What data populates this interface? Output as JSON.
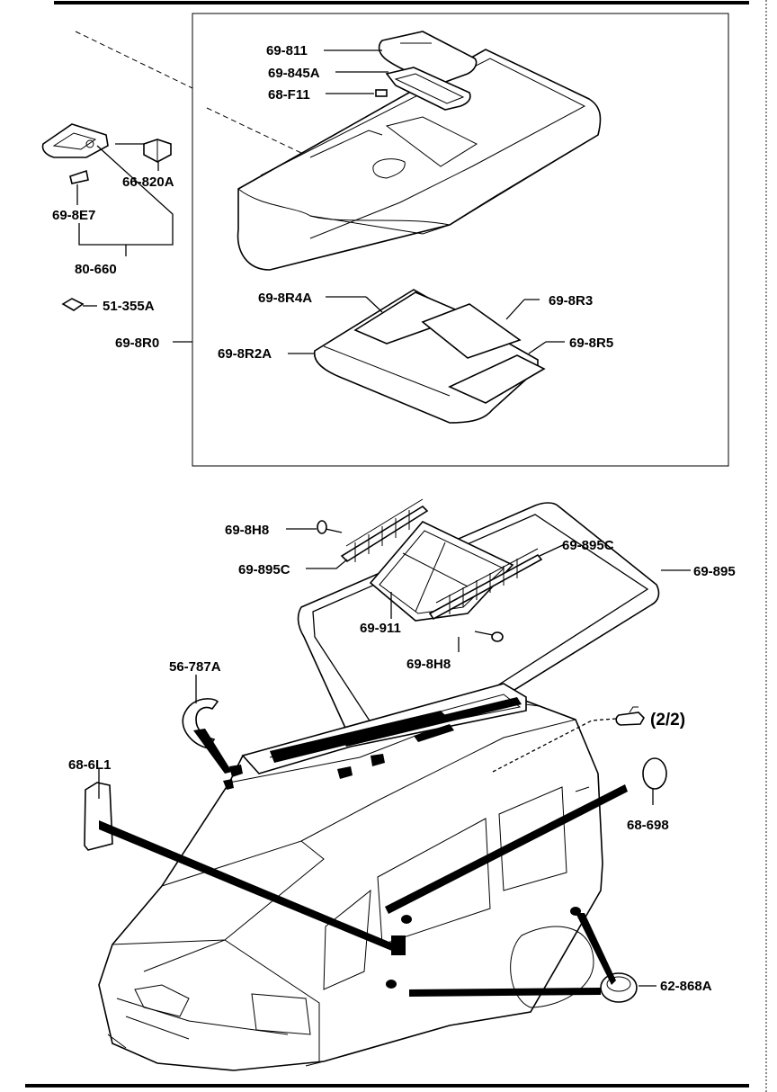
{
  "labels": {
    "p69_811": "69-811",
    "p69_845A": "69-845A",
    "p68_F11": "68-F11",
    "p66_820A": "66-820A",
    "p69_8E7": "69-8E7",
    "p80_660": "80-660",
    "p51_355A": "51-355A",
    "p69_8R4A": "69-8R4A",
    "p69_8R3": "69-8R3",
    "p69_8R0": "69-8R0",
    "p69_8R2A": "69-8R2A",
    "p69_8R5": "69-8R5",
    "p69_8H8_top": "69-8H8",
    "p69_895C_left": "69-895C",
    "p69_895C_right": "69-895C",
    "p69_895": "69-895",
    "p69_911": "69-911",
    "p69_8H8_bottom": "69-8H8",
    "p56_787A": "56-787A",
    "ref_page": "(2/2)",
    "p68_6L1": "68-6L1",
    "p68_698": "68-698",
    "p62_868A": "62-868A"
  }
}
